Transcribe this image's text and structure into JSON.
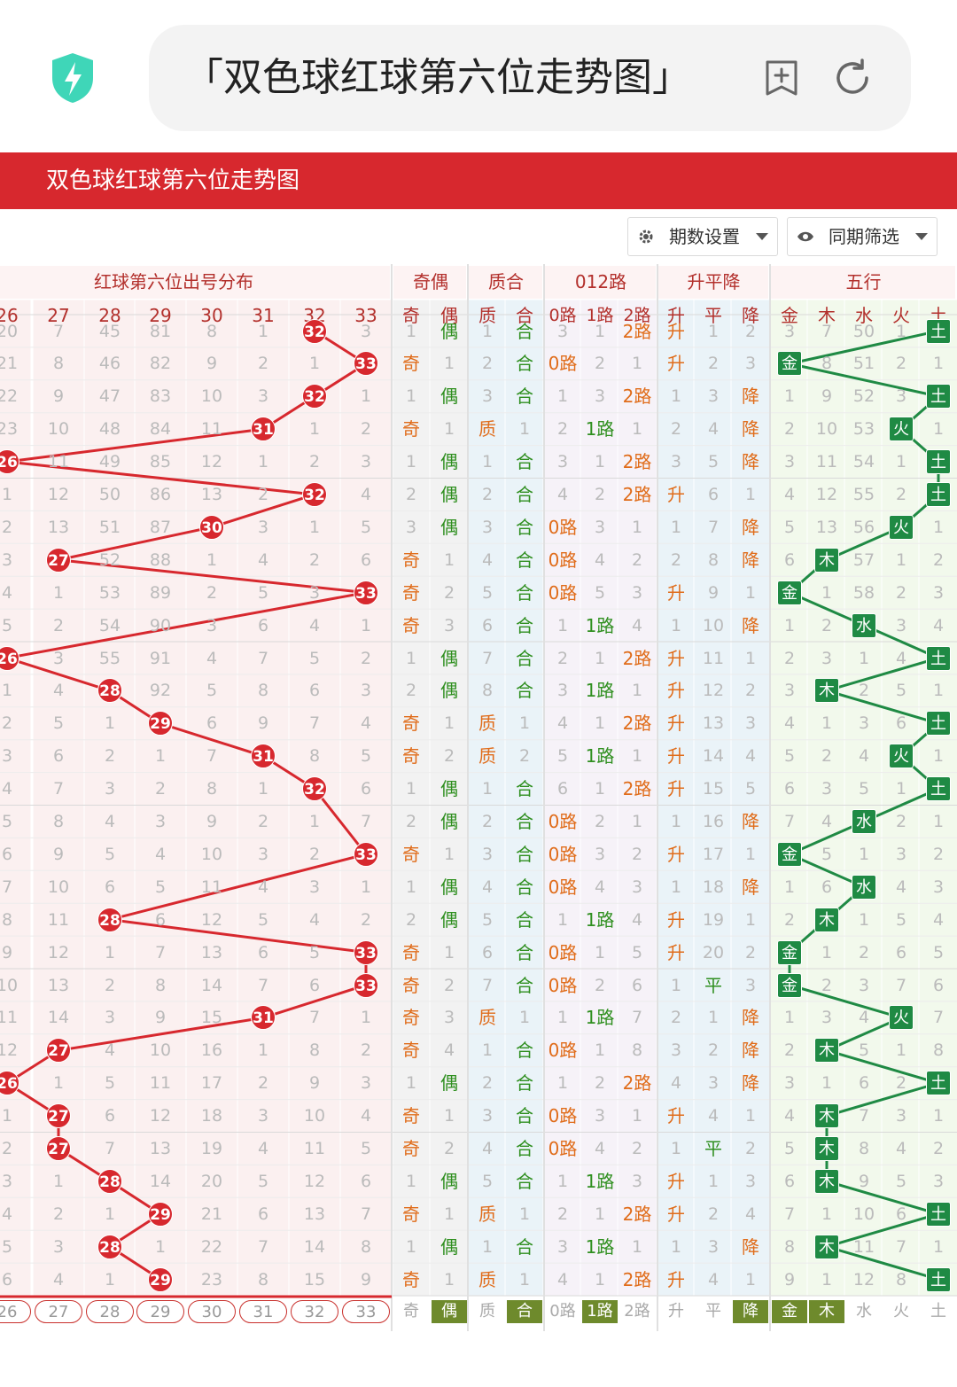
{
  "browser": {
    "url_text": "「双色球红球第六位走势图」",
    "shield_icon": "lightning-shield-icon",
    "bookmark_icon": "bookmark-add-icon",
    "reload_icon": "reload-icon"
  },
  "banner": {
    "title": "双色球红球第六位走势图"
  },
  "toolbar": {
    "periods_label": "期数设置",
    "periods_icon": "gear-icon",
    "same_period_label": "同期筛选",
    "same_period_icon": "eye-icon"
  },
  "colors": {
    "brand_red": "#d7282e",
    "ball_red": "#d7282e",
    "wuxing_green": "#1f8a44",
    "highlight_olive": "#6e8a2c",
    "orange_mark": "#e06c1a",
    "green_mark": "#2f8f1f"
  },
  "headers": {
    "groups": [
      "红球第六位出号分布",
      "奇偶",
      "质合",
      "012路",
      "升平降",
      "五行"
    ],
    "cols": [
      "26",
      "27",
      "28",
      "29",
      "30",
      "31",
      "32",
      "33",
      "奇",
      "偶",
      "质",
      "合",
      "0路",
      "1路",
      "2路",
      "升",
      "平",
      "降",
      "金",
      "木",
      "水",
      "火",
      "土"
    ]
  },
  "rows": [
    [
      "20",
      "7",
      "45",
      "81",
      "8",
      "1",
      "32",
      "3",
      "1",
      "偶",
      "1",
      "合",
      "3",
      "1",
      "2路",
      "升",
      "1",
      "2",
      "3",
      "7",
      "50",
      "1",
      "土"
    ],
    [
      "21",
      "8",
      "46",
      "82",
      "9",
      "2",
      "1",
      "33",
      "奇",
      "1",
      "2",
      "合",
      "0路",
      "2",
      "1",
      "升",
      "2",
      "3",
      "金",
      "8",
      "51",
      "2",
      "1"
    ],
    [
      "22",
      "9",
      "47",
      "83",
      "10",
      "3",
      "32",
      "1",
      "1",
      "偶",
      "3",
      "合",
      "1",
      "3",
      "2路",
      "1",
      "3",
      "降",
      "1",
      "9",
      "52",
      "3",
      "土"
    ],
    [
      "23",
      "10",
      "48",
      "84",
      "11",
      "31",
      "1",
      "2",
      "奇",
      "1",
      "质",
      "1",
      "2",
      "1路",
      "1",
      "2",
      "4",
      "降",
      "2",
      "10",
      "53",
      "火",
      "1"
    ],
    [
      "26",
      "11",
      "49",
      "85",
      "12",
      "1",
      "2",
      "3",
      "1",
      "偶",
      "1",
      "合",
      "3",
      "1",
      "2路",
      "3",
      "5",
      "降",
      "3",
      "11",
      "54",
      "1",
      "土"
    ],
    [
      "1",
      "12",
      "50",
      "86",
      "13",
      "2",
      "32",
      "4",
      "2",
      "偶",
      "2",
      "合",
      "4",
      "2",
      "2路",
      "升",
      "6",
      "1",
      "4",
      "12",
      "55",
      "2",
      "土"
    ],
    [
      "2",
      "13",
      "51",
      "87",
      "30",
      "3",
      "1",
      "5",
      "3",
      "偶",
      "3",
      "合",
      "0路",
      "3",
      "1",
      "1",
      "7",
      "降",
      "5",
      "13",
      "56",
      "火",
      "1"
    ],
    [
      "3",
      "27",
      "52",
      "88",
      "1",
      "4",
      "2",
      "6",
      "奇",
      "1",
      "4",
      "合",
      "0路",
      "4",
      "2",
      "2",
      "8",
      "降",
      "6",
      "木",
      "57",
      "1",
      "2"
    ],
    [
      "4",
      "1",
      "53",
      "89",
      "2",
      "5",
      "3",
      "33",
      "奇",
      "2",
      "5",
      "合",
      "0路",
      "5",
      "3",
      "升",
      "9",
      "1",
      "金",
      "1",
      "58",
      "2",
      "3"
    ],
    [
      "5",
      "2",
      "54",
      "90",
      "3",
      "6",
      "4",
      "1",
      "奇",
      "3",
      "6",
      "合",
      "1",
      "1路",
      "4",
      "1",
      "10",
      "降",
      "1",
      "2",
      "水",
      "3",
      "4"
    ],
    [
      "26",
      "3",
      "55",
      "91",
      "4",
      "7",
      "5",
      "2",
      "1",
      "偶",
      "7",
      "合",
      "2",
      "1",
      "2路",
      "升",
      "11",
      "1",
      "2",
      "3",
      "1",
      "4",
      "土"
    ],
    [
      "1",
      "4",
      "28",
      "92",
      "5",
      "8",
      "6",
      "3",
      "2",
      "偶",
      "8",
      "合",
      "3",
      "1路",
      "1",
      "升",
      "12",
      "2",
      "3",
      "木",
      "2",
      "5",
      "1"
    ],
    [
      "2",
      "5",
      "1",
      "29",
      "6",
      "9",
      "7",
      "4",
      "奇",
      "1",
      "质",
      "1",
      "4",
      "1",
      "2路",
      "升",
      "13",
      "3",
      "4",
      "1",
      "3",
      "6",
      "土"
    ],
    [
      "3",
      "6",
      "2",
      "1",
      "7",
      "31",
      "8",
      "5",
      "奇",
      "2",
      "质",
      "2",
      "5",
      "1路",
      "1",
      "升",
      "14",
      "4",
      "5",
      "2",
      "4",
      "火",
      "1"
    ],
    [
      "4",
      "7",
      "3",
      "2",
      "8",
      "1",
      "32",
      "6",
      "1",
      "偶",
      "1",
      "合",
      "6",
      "1",
      "2路",
      "升",
      "15",
      "5",
      "6",
      "3",
      "5",
      "1",
      "土"
    ],
    [
      "5",
      "8",
      "4",
      "3",
      "9",
      "2",
      "1",
      "7",
      "2",
      "偶",
      "2",
      "合",
      "0路",
      "2",
      "1",
      "1",
      "16",
      "降",
      "7",
      "4",
      "水",
      "2",
      "1"
    ],
    [
      "6",
      "9",
      "5",
      "4",
      "10",
      "3",
      "2",
      "33",
      "奇",
      "1",
      "3",
      "合",
      "0路",
      "3",
      "2",
      "升",
      "17",
      "1",
      "金",
      "5",
      "1",
      "3",
      "2"
    ],
    [
      "7",
      "10",
      "6",
      "5",
      "11",
      "4",
      "3",
      "1",
      "1",
      "偶",
      "4",
      "合",
      "0路",
      "4",
      "3",
      "1",
      "18",
      "降",
      "1",
      "6",
      "水",
      "4",
      "3"
    ],
    [
      "8",
      "11",
      "28",
      "6",
      "12",
      "5",
      "4",
      "2",
      "2",
      "偶",
      "5",
      "合",
      "1",
      "1路",
      "4",
      "升",
      "19",
      "1",
      "2",
      "木",
      "1",
      "5",
      "4"
    ],
    [
      "9",
      "12",
      "1",
      "7",
      "13",
      "6",
      "5",
      "33",
      "奇",
      "1",
      "6",
      "合",
      "0路",
      "1",
      "5",
      "升",
      "20",
      "2",
      "金",
      "1",
      "2",
      "6",
      "5"
    ],
    [
      "10",
      "13",
      "2",
      "8",
      "14",
      "7",
      "6",
      "33",
      "奇",
      "2",
      "7",
      "合",
      "0路",
      "2",
      "6",
      "1",
      "平",
      "3",
      "金",
      "2",
      "3",
      "7",
      "6"
    ],
    [
      "11",
      "14",
      "3",
      "9",
      "15",
      "31",
      "7",
      "1",
      "奇",
      "3",
      "质",
      "1",
      "1",
      "1路",
      "7",
      "2",
      "1",
      "降",
      "1",
      "3",
      "4",
      "火",
      "7"
    ],
    [
      "12",
      "27",
      "4",
      "10",
      "16",
      "1",
      "8",
      "2",
      "奇",
      "4",
      "1",
      "合",
      "0路",
      "1",
      "8",
      "3",
      "2",
      "降",
      "2",
      "木",
      "5",
      "1",
      "8"
    ],
    [
      "26",
      "1",
      "5",
      "11",
      "17",
      "2",
      "9",
      "3",
      "1",
      "偶",
      "2",
      "合",
      "1",
      "2",
      "2路",
      "4",
      "3",
      "降",
      "3",
      "1",
      "6",
      "2",
      "土"
    ],
    [
      "1",
      "27",
      "6",
      "12",
      "18",
      "3",
      "10",
      "4",
      "奇",
      "1",
      "3",
      "合",
      "0路",
      "3",
      "1",
      "升",
      "4",
      "1",
      "4",
      "木",
      "7",
      "3",
      "1"
    ],
    [
      "2",
      "27",
      "7",
      "13",
      "19",
      "4",
      "11",
      "5",
      "奇",
      "2",
      "4",
      "合",
      "0路",
      "4",
      "2",
      "1",
      "平",
      "2",
      "5",
      "木",
      "8",
      "4",
      "2"
    ],
    [
      "3",
      "1",
      "28",
      "14",
      "20",
      "5",
      "12",
      "6",
      "1",
      "偶",
      "5",
      "合",
      "1",
      "1路",
      "3",
      "升",
      "1",
      "3",
      "6",
      "木",
      "9",
      "5",
      "3"
    ],
    [
      "4",
      "2",
      "1",
      "29",
      "21",
      "6",
      "13",
      "7",
      "奇",
      "1",
      "质",
      "1",
      "2",
      "1",
      "2路",
      "升",
      "2",
      "4",
      "7",
      "1",
      "10",
      "6",
      "土"
    ],
    [
      "5",
      "3",
      "28",
      "1",
      "22",
      "7",
      "14",
      "8",
      "1",
      "偶",
      "1",
      "合",
      "3",
      "1路",
      "1",
      "1",
      "3",
      "降",
      "8",
      "木",
      "11",
      "7",
      "1"
    ],
    [
      "6",
      "4",
      "1",
      "29",
      "23",
      "8",
      "15",
      "9",
      "奇",
      "1",
      "质",
      "1",
      "4",
      "1",
      "2路",
      "升",
      "4",
      "1",
      "9",
      "1",
      "12",
      "8",
      "土"
    ]
  ],
  "footer": [
    "26",
    "27",
    "28",
    "29",
    "30",
    "31",
    "32",
    "33",
    "奇",
    "偶",
    "质",
    "合",
    "0路",
    "1路",
    "2路",
    "升",
    "平",
    "降",
    "金",
    "木",
    "水",
    "火",
    "土"
  ]
}
